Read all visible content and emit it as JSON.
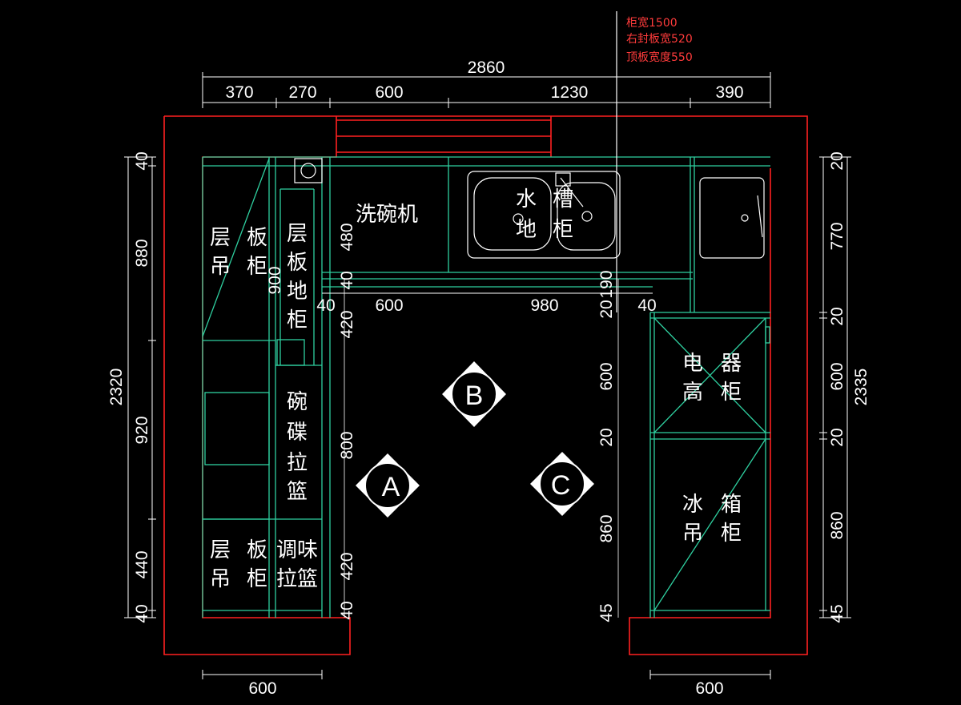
{
  "colors": {
    "background": "#000000",
    "wall": "#ff2020",
    "cabinet": "#2fd0a0",
    "dimension": "#ffffff",
    "note": "#ff3b3b"
  },
  "notes": [
    "柜宽1500",
    "右封板宽520",
    "顶板宽度550"
  ],
  "dims": {
    "total_width": "2860",
    "top_row": [
      "370",
      "270",
      "600",
      "1230",
      "390"
    ],
    "inner_row": [
      "40",
      "600",
      "980",
      "20",
      "40"
    ],
    "left_total": "2320",
    "left_segments": [
      "40",
      "880",
      "920",
      "440",
      "40"
    ],
    "left_inner": [
      "480",
      "900",
      "40",
      "420",
      "800",
      "420",
      "40"
    ],
    "right_inner": [
      "190",
      "20",
      "600",
      "20",
      "860",
      "45"
    ],
    "right_segments": [
      "20",
      "770",
      "20",
      "600",
      "20",
      "860",
      "45"
    ],
    "right_total": "2335",
    "bottom_left": "600",
    "bottom_right": "600"
  },
  "labels": {
    "wall_cabinet_top_left": [
      "层",
      "板",
      "吊",
      "柜"
    ],
    "floor_cabinet_left": [
      "层",
      "板",
      "地",
      "柜"
    ],
    "dishwasher": "洗碗机",
    "sink_cabinet": [
      "水",
      "槽",
      "地",
      "柜"
    ],
    "dish_basket": [
      "碗",
      "碟",
      "拉",
      "篮"
    ],
    "wall_cabinet_bottom_left": [
      "层",
      "板",
      "吊",
      "柜"
    ],
    "seasoning_basket": [
      "调味",
      "拉篮"
    ],
    "appliance_tall": [
      "电",
      "器",
      "高",
      "柜"
    ],
    "fridge_wall": [
      "冰",
      "箱",
      "吊",
      "柜"
    ]
  },
  "views": [
    "A",
    "B",
    "C"
  ]
}
